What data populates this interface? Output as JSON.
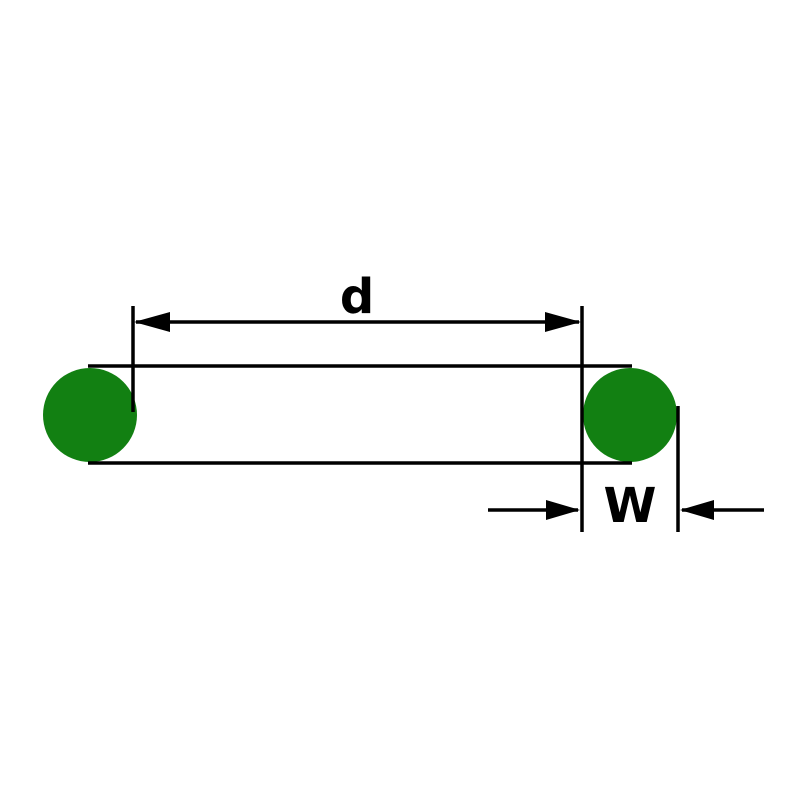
{
  "diagram": {
    "type": "technical-dimension-diagram",
    "subject": "O-ring side view with dimension callouts",
    "labels": {
      "inner_diameter": "d",
      "cross_section_width": "W"
    },
    "colors": {
      "ring_fill": "#128012",
      "line": "#000000",
      "label_text": "#000000",
      "background": "#ffffff"
    }
  }
}
